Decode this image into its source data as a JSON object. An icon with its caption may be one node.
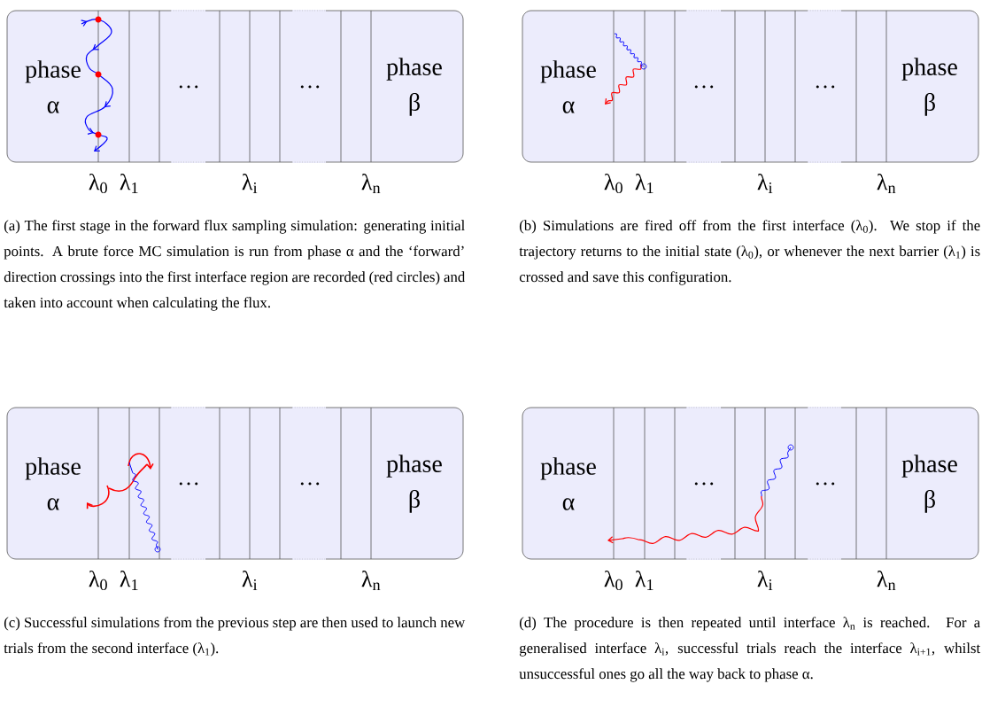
{
  "diagram": {
    "nodes": [
      {
        "text": [
          "phase α",
          "…",
          "…",
          "phase β"
        ],
        "beside": [
          "λ$_{0}$",
          "λ$_{1}$",
          "λ$_{i}$",
          "λ$_{n}$"
        ]
      },
      {
        "text": [
          "phase α",
          "…",
          "…",
          "phase β"
        ],
        "beside": [
          "λ$_{0}$",
          "λ$_{1}$",
          "λ$_{i}$",
          "λ$_{n}$"
        ]
      },
      {
        "text": [
          "phase α",
          "…",
          "…",
          "phase β"
        ],
        "beside": [
          "λ$_{0}$",
          "λ$_{1}$",
          "λ$_{i}$",
          "λ$_{n}$"
        ]
      },
      {
        "text": [
          "phase α",
          "…",
          "…",
          "phase β"
        ],
        "beside": [
          "λ$_{0}$",
          "λ$_{1}$",
          "λ$_{i}$",
          "λ$_{n}$"
        ]
      }
    ],
    "labels": [
      "(a) The first stage in the forward flux sampling simulation: generating initial points. A brute force MC simulation is run from phase α and the ‘forward’ direction crossings into the first interface region are recorded (red circles) and taken into account when calculating the flux.",
      "(b) Simulations are fired off from the first interface (λ$_{0}$). We stop if the trajectory returns to the initial state (λ$_{0}$), or whenever the next barrier (λ$_{1}$) is crossed and save this configuration.",
      "(c) Successful simulations from the previous step are then used to launch new trials from the second interface (λ$_{1}$).",
      "(d) The procedure is then repeated until interface λ$_{n}$ is reached. For a generalised interface λ$_{i}$, successful trials reach the interface λ$_{i+1}$, whilst unsuccessful ones go all the way back to phase α."
    ]
  }
}
